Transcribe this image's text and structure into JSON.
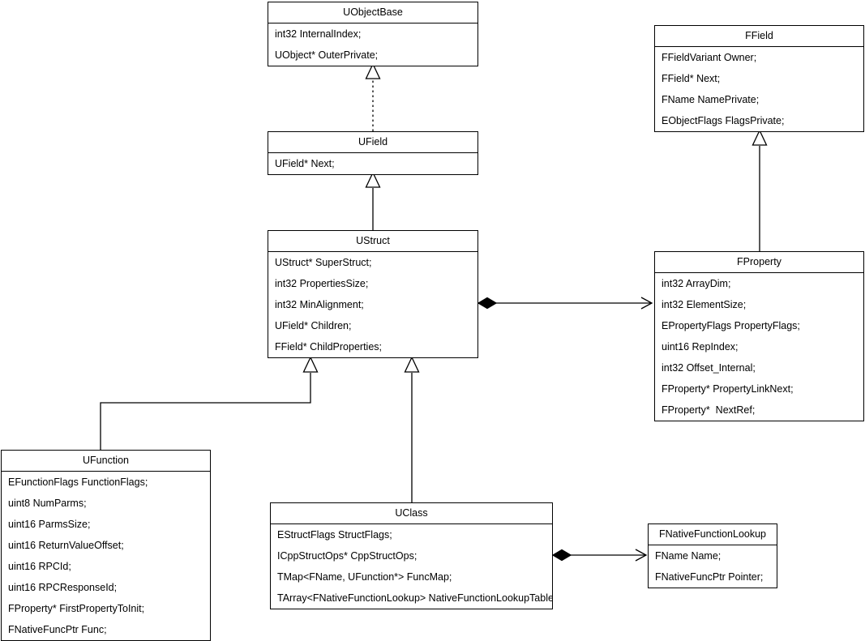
{
  "diagram": {
    "kind": "uml-class-diagram",
    "background_color": "#ffffff",
    "line_color": "#000000",
    "text_color": "#000000",
    "box_fill_color": "#ffffff"
  },
  "classes": [
    {
      "name": "UObjectBase",
      "fields": [
        "int32 InternalIndex;",
        "UObject* OuterPrivate;"
      ]
    },
    {
      "name": "UField",
      "fields": [
        "UField* Next;"
      ]
    },
    {
      "name": "UStruct",
      "fields": [
        "UStruct* SuperStruct;",
        "int32 PropertiesSize;",
        "int32 MinAlignment;",
        "UField* Children;",
        "FField* ChildProperties;"
      ]
    },
    {
      "name": "FField",
      "fields": [
        "FFieldVariant Owner;",
        "FField* Next;",
        "FName NamePrivate;",
        "EObjectFlags FlagsPrivate;"
      ]
    },
    {
      "name": "FProperty",
      "fields": [
        "int32 ArrayDim;",
        "int32 ElementSize;",
        "EPropertyFlags PropertyFlags;",
        "uint16 RepIndex;",
        "int32 Offset_Internal;",
        "FProperty* PropertyLinkNext;",
        "FProperty*  NextRef;"
      ]
    },
    {
      "name": "UFunction",
      "fields": [
        "EFunctionFlags FunctionFlags;",
        "uint8 NumParms;",
        "uint16 ParmsSize;",
        "uint16 ReturnValueOffset;",
        "uint16 RPCId;",
        "uint16 RPCResponseId;",
        "FProperty* FirstPropertyToInit;",
        "FNativeFuncPtr Func;"
      ]
    },
    {
      "name": "UClass",
      "fields": [
        "EStructFlags StructFlags;",
        "ICppStructOps* CppStructOps;",
        "TMap<FName, UFunction*> FuncMap;",
        "TArray<FNativeFunctionLookup> NativeFunctionLookupTable;"
      ]
    },
    {
      "name": "FNativeFunctionLookup",
      "fields": [
        "FName Name;",
        "FNativeFuncPtr Pointer;"
      ]
    }
  ],
  "relationships": [
    {
      "from": "UField",
      "to": "UObjectBase",
      "type": "generalization",
      "line_style": "dashed"
    },
    {
      "from": "UStruct",
      "to": "UField",
      "type": "generalization",
      "line_style": "solid"
    },
    {
      "from": "FProperty",
      "to": "FField",
      "type": "generalization",
      "line_style": "solid"
    },
    {
      "from": "UFunction",
      "to": "UStruct",
      "type": "generalization",
      "line_style": "solid"
    },
    {
      "from": "UClass",
      "to": "UStruct",
      "type": "generalization",
      "line_style": "solid"
    },
    {
      "from": "UStruct",
      "to": "FProperty",
      "type": "composition",
      "line_style": "solid"
    },
    {
      "from": "UClass",
      "to": "FNativeFunctionLookup",
      "type": "composition",
      "line_style": "solid"
    }
  ]
}
